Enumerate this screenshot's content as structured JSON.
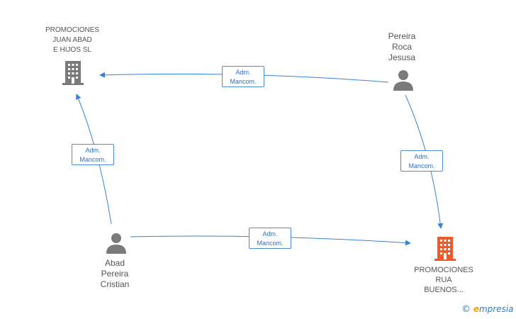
{
  "nodes": {
    "juan_abad": {
      "label": "PROMOCIONES\nJUAN ABAD\nE HIJOS SL",
      "kind": "company"
    },
    "pereira_roca": {
      "label": "Pereira\nRoca\nJesusa",
      "kind": "person"
    },
    "abad_pereira": {
      "label": "Abad\nPereira\nCristian",
      "kind": "person"
    },
    "rua_buenos": {
      "label": "PROMOCIONES\nRUA\nBUENOS...",
      "kind": "company-highlight"
    }
  },
  "edges": {
    "top": {
      "label": "Adm.\nMancom."
    },
    "left": {
      "label": "Adm.\nMancom."
    },
    "right": {
      "label": "Adm.\nMancom."
    },
    "bottom": {
      "label": "Adm.\nMancom."
    }
  },
  "colors": {
    "edge": "#3a82d6",
    "icon_gray": "#7a7a7a",
    "icon_highlight": "#f05a28"
  },
  "brand": {
    "copyright": "©",
    "e": "e",
    "rest": "mpresia"
  }
}
